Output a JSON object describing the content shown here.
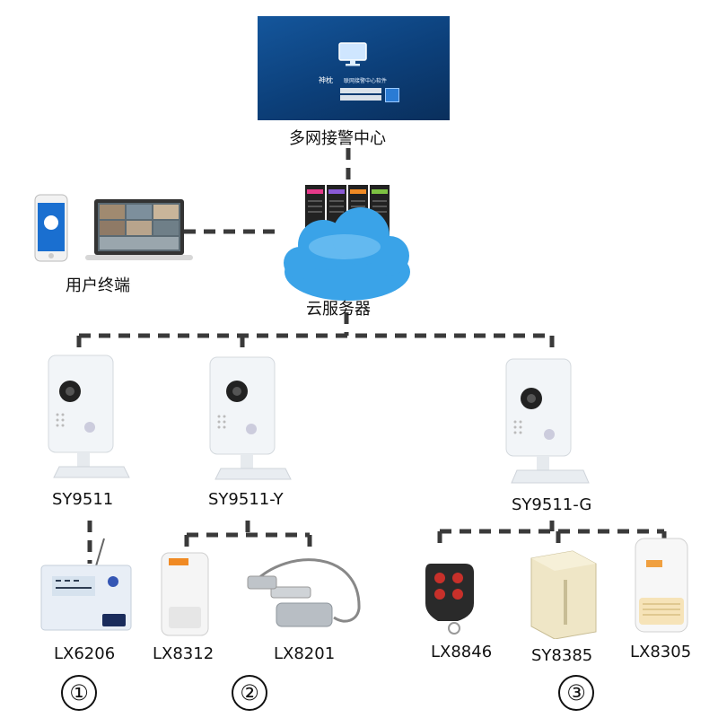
{
  "center": {
    "label": "多网接警中心",
    "screen_brand": "神枕",
    "screen_title": "联网接警中心软件"
  },
  "cloud": {
    "label": "云服务器"
  },
  "user": {
    "label": "用户终端"
  },
  "cameras": [
    {
      "model": "SY9511"
    },
    {
      "model": "SY9511-Y"
    },
    {
      "model": "SY9511-G"
    }
  ],
  "sensors": [
    {
      "model": "LX6206"
    },
    {
      "model": "LX8312"
    },
    {
      "model": "LX8201"
    },
    {
      "model": "LX8846"
    },
    {
      "model": "SY8385"
    },
    {
      "model": "LX8305"
    }
  ],
  "groups": [
    {
      "number": "①"
    },
    {
      "number": "②"
    },
    {
      "number": "③"
    }
  ],
  "colors": {
    "line": "#3a3a3a",
    "screen_bg": "#0c3f79",
    "cloud": "#3aa3e8",
    "device_white": "#f2f5f8"
  }
}
